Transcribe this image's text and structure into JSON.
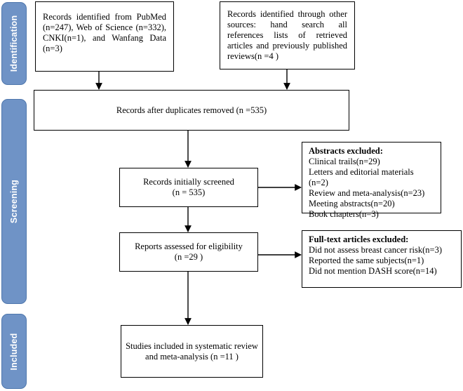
{
  "phases": {
    "identification": "Identification",
    "screening": "Screening",
    "included": "Included"
  },
  "boxes": {
    "pubmed": "Records identified from PubMed (n=247), Web of Science (n=332), CNKI(n=1), and Wanfang Data (n=3)",
    "other_sources": "Records identified through other sources: hand search all references lists of retrieved articles and previously published reviews(n =4 )",
    "duplicates_removed": "Records after duplicates removed (n =535)",
    "initially_screened": [
      "Records initially screened",
      "(n = 535)"
    ],
    "eligibility": [
      "Reports assessed for eligibility",
      "(n =29 )"
    ],
    "included": [
      "Studies included in systematic review",
      "and meta-analysis (n =11 )"
    ]
  },
  "abstracts_excluded": {
    "heading": "Abstracts excluded:",
    "items": [
      "Clinical trails(n=29)",
      "Letters and editorial materials (n=2)",
      "Review and meta-analysis(n=23)",
      "Meeting abstracts(n=20)",
      "Book chapters(n=3)"
    ]
  },
  "fulltext_excluded": {
    "heading": "Full-text articles excluded:",
    "items": [
      "Did not assess breast cancer risk(n=3)",
      "Reported the same subjects(n=1)",
      "Did not mention DASH score(n=14)"
    ]
  },
  "colors": {
    "phase_fill": "#6f93c6",
    "phase_text": "#ffffff",
    "line": "#000000"
  }
}
